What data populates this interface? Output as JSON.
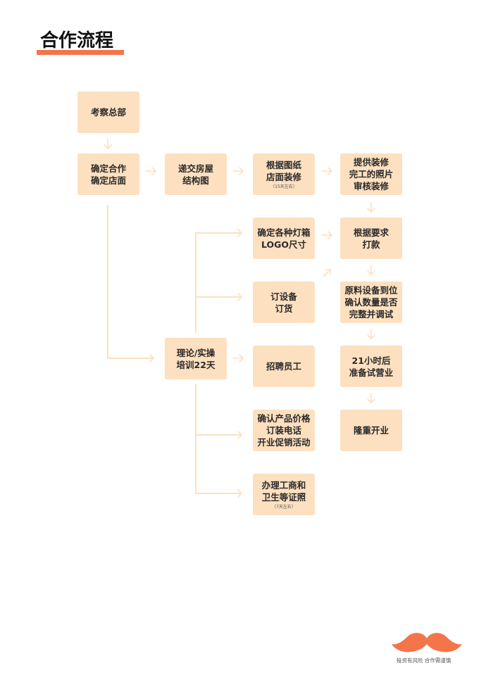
{
  "title": "合作流程",
  "colors": {
    "accent": "#f4754a",
    "box_fill": "#fde0c0",
    "connector": "#fde0c0",
    "text": "#2a2a2a"
  },
  "flow": {
    "col1": [
      {
        "id": "inspect-hq",
        "lines": [
          "考察总部"
        ]
      },
      {
        "id": "confirm-cooperation",
        "lines": [
          "确定合作",
          "确定店面"
        ]
      }
    ],
    "col2": [
      {
        "id": "submit-floorplan",
        "lines": [
          "递交房屋",
          "结构图"
        ]
      },
      {
        "id": "training",
        "lines": [
          "理论/实操",
          "培训22天"
        ]
      }
    ],
    "col3": [
      {
        "id": "renovate-store",
        "lines": [
          "根据图纸",
          "店面装修"
        ],
        "note": "（15天左右）"
      },
      {
        "id": "lightbox-logo",
        "lines": [
          "确定各种灯箱",
          "LOGO尺寸"
        ]
      },
      {
        "id": "order-equipment",
        "lines": [
          "订设备",
          "订货"
        ]
      },
      {
        "id": "recruit-staff",
        "lines": [
          "招聘员工"
        ]
      },
      {
        "id": "confirm-pricing",
        "lines": [
          "确认产品价格",
          "订装电话",
          "开业促销活动"
        ]
      },
      {
        "id": "business-license",
        "lines": [
          "办理工商和",
          "卫生等证照"
        ],
        "note": "（7天左右）"
      }
    ],
    "col4": [
      {
        "id": "review-renovation",
        "lines": [
          "提供装修",
          "完工的照片",
          "审核装修"
        ]
      },
      {
        "id": "payment",
        "lines": [
          "根据要求",
          "打款"
        ]
      },
      {
        "id": "materials-arrive",
        "lines": [
          "原料设备到位",
          "确认数量是否",
          "完整并调试"
        ]
      },
      {
        "id": "trial-operation",
        "lines": [
          "21小时后",
          "准备试营业"
        ]
      },
      {
        "id": "grand-opening",
        "lines": [
          "隆重开业"
        ]
      }
    ]
  },
  "footer": {
    "logo_icon": "mustache-icon",
    "disclaimer": "投资有风险 合作需谨慎"
  }
}
